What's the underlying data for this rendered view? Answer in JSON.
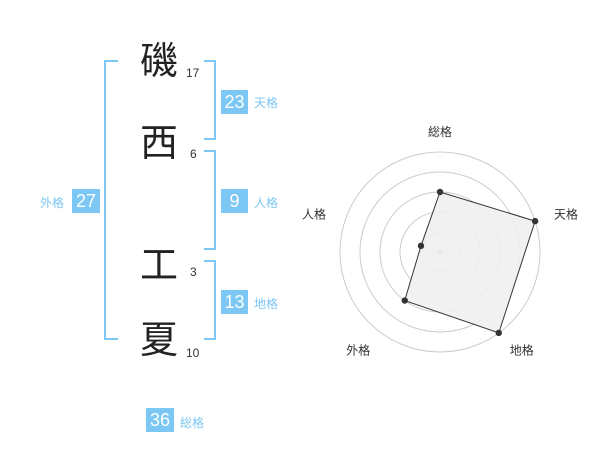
{
  "name": {
    "chars": [
      {
        "char": "磯",
        "strokes": "17"
      },
      {
        "char": "西",
        "strokes": "6"
      },
      {
        "char": "工",
        "strokes": "3"
      },
      {
        "char": "夏",
        "strokes": "10"
      }
    ]
  },
  "fortunes": {
    "tenkaku": {
      "value": "23",
      "label": "天格"
    },
    "jinkaku": {
      "value": "9",
      "label": "人格"
    },
    "chikaku": {
      "value": "13",
      "label": "地格"
    },
    "gaikaku": {
      "value": "27",
      "label": "外格"
    },
    "soukaku": {
      "value": "36",
      "label": "総格"
    }
  },
  "chart_data": {
    "type": "radar",
    "axes": [
      "総格",
      "天格",
      "地格",
      "外格",
      "人格"
    ],
    "max": 5,
    "rings": 5,
    "values": [
      3,
      5,
      5,
      3,
      1
    ],
    "colors": {
      "ring": "#cccccc",
      "fill": "#efefef",
      "line": "#333333",
      "point": "#333333",
      "center": "#bbbbbb"
    }
  }
}
